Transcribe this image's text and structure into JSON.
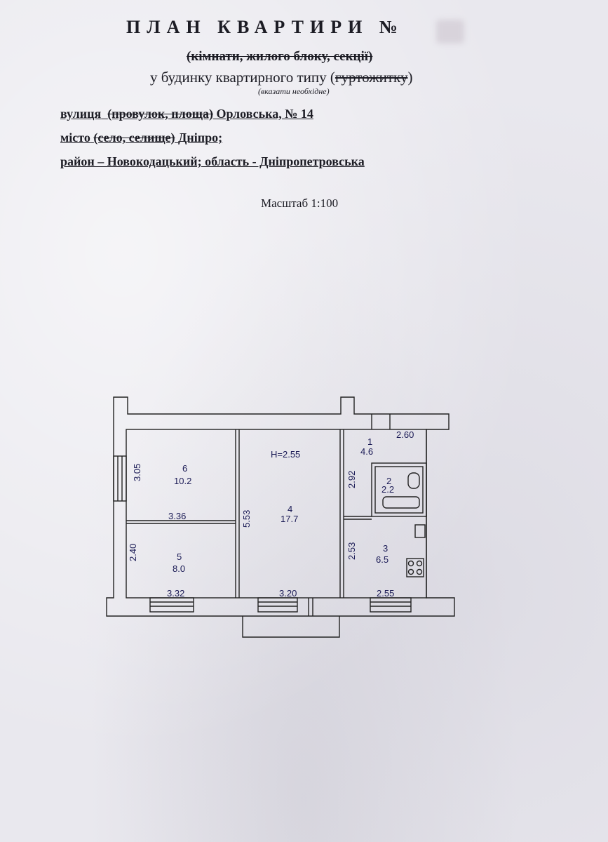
{
  "header": {
    "title": "ПЛАН КВАРТИРИ №",
    "line1": "(кімнати, жилого блоку, секції)",
    "line2_pre": "у будинку квартирного типу (",
    "line2_strike": "гуртожитку",
    "line2_post": ")",
    "line3": "(вказати необхідне)"
  },
  "address": {
    "street_label": "вулиця",
    "street_strike": "(провулок, площа)",
    "street_value": "Орловська, № 14",
    "city_label": "місто",
    "city_strike": "(село, селище)",
    "city_value": "Дніпро;",
    "district_line": "район – Новокодацький; область - Дніпропетровська"
  },
  "scale": "Масштаб 1:100",
  "plan": {
    "height_label": "H=2.55",
    "rooms": [
      {
        "num": "6",
        "area": "10.2"
      },
      {
        "num": "5",
        "area": "8.0"
      },
      {
        "num": "4",
        "area": "17.7"
      },
      {
        "num": "1",
        "area": "4.6"
      },
      {
        "num": "2",
        "area": "2.2"
      },
      {
        "num": "3",
        "area": "6.5"
      }
    ],
    "dims": {
      "d305": "3.05",
      "d336": "3.36",
      "d240": "2.40",
      "d332": "3.32",
      "d553": "5.53",
      "d320": "3.20",
      "d292": "2.92",
      "d260": "2.60",
      "d253": "2.53",
      "d255": "2.55"
    }
  }
}
